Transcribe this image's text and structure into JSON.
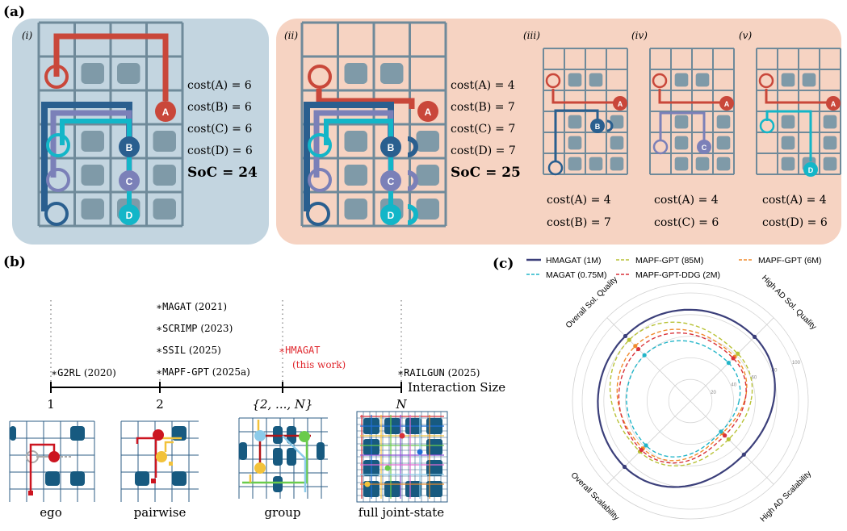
{
  "panel_labels": {
    "a": "(a)",
    "b": "(b)",
    "c": "(c)"
  },
  "panel_a": {
    "colors": {
      "A": "#c9473a",
      "B": "#2a5f8f",
      "C": "#7b80b8",
      "D": "#13b6c8",
      "bg_i": "#c3d5e0",
      "bg_ii": "#f6d3c2",
      "grid": "#6f8a9a",
      "obstacle": "#7f9aa8"
    },
    "sub_i": {
      "label": "(i)",
      "costs": [
        "cost(A) = 6",
        "cost(B) = 6",
        "cost(C) = 6",
        "cost(D) = 6"
      ],
      "soc": "SoC = 24"
    },
    "sub_ii": {
      "label": "(ii)",
      "costs": [
        "cost(A) = 4",
        "cost(B) = 7",
        "cost(C) = 7",
        "cost(D) = 7"
      ],
      "soc": "SoC = 25"
    },
    "sub_iii": {
      "label": "(iii)",
      "costs": [
        "cost(A) = 4",
        "cost(B) = 7"
      ]
    },
    "sub_iv": {
      "label": "(iv)",
      "costs": [
        "cost(A) = 4",
        "cost(C) = 6"
      ]
    },
    "sub_v": {
      "label": "(v)",
      "costs": [
        "cost(A) = 4",
        "cost(D) = 6"
      ]
    },
    "agents": [
      "A",
      "B",
      "C",
      "D"
    ]
  },
  "panel_b": {
    "axis_title": "Interaction Size",
    "ticks": [
      {
        "label": "1",
        "methods": [
          {
            "name": "G2RL",
            "year": "(2020)"
          }
        ]
      },
      {
        "label": "2",
        "methods": [
          {
            "name": "MAGAT",
            "year": "(2021)"
          },
          {
            "name": "SCRIMP",
            "year": "(2023)"
          },
          {
            "name": "SSIL",
            "year": "(2025)"
          },
          {
            "name": "MAPF-GPT",
            "year": "(2025a)"
          }
        ]
      },
      {
        "label": "{2, ..., N}",
        "methods": [
          {
            "name": "HMAGAT",
            "year": "(this work)"
          }
        ]
      },
      {
        "label": "N",
        "methods": [
          {
            "name": "RAILGUN",
            "year": "(2025)"
          }
        ]
      }
    ],
    "highlight_color": "#e0282e",
    "captions": [
      "ego",
      "pairwise",
      "group",
      "full joint-state"
    ]
  },
  "chart_data": {
    "type": "radar",
    "axes": [
      "Overall Sol. Quality",
      "High AD Sol. Quality",
      "High AD Scalability",
      "Overall Scalability"
    ],
    "rlim": [
      0,
      100
    ],
    "tick_labels": [
      "20",
      "40",
      "60",
      "80",
      "100"
    ],
    "legend": [
      {
        "name": "HMAGAT (1M)",
        "color": "#3b3f7a",
        "style": "solid"
      },
      {
        "name": "MAPF-GPT (85M)",
        "color": "#b8c236",
        "style": "dashed"
      },
      {
        "name": "MAPF-GPT (6M)",
        "color": "#f08a2c",
        "style": "dashed"
      },
      {
        "name": "MAGAT (0.75M)",
        "color": "#22b5c8",
        "style": "dashed"
      },
      {
        "name": "MAPF-GPT-DDG (2M)",
        "color": "#d9323a",
        "style": "dashed"
      }
    ],
    "series": [
      {
        "name": "HMAGAT (1M)",
        "values": [
          85,
          84,
          70,
          86
        ]
      },
      {
        "name": "MAPF-GPT (85M)",
        "values": [
          80,
          62,
          50,
          66
        ]
      },
      {
        "name": "MAPF-GPT (6M)",
        "values": [
          72,
          58,
          42,
          62
        ]
      },
      {
        "name": "MAGAT (0.75M)",
        "values": [
          60,
          50,
          40,
          58
        ]
      },
      {
        "name": "MAPF-GPT-DDG (2M)",
        "values": [
          68,
          56,
          45,
          64
        ]
      }
    ]
  }
}
